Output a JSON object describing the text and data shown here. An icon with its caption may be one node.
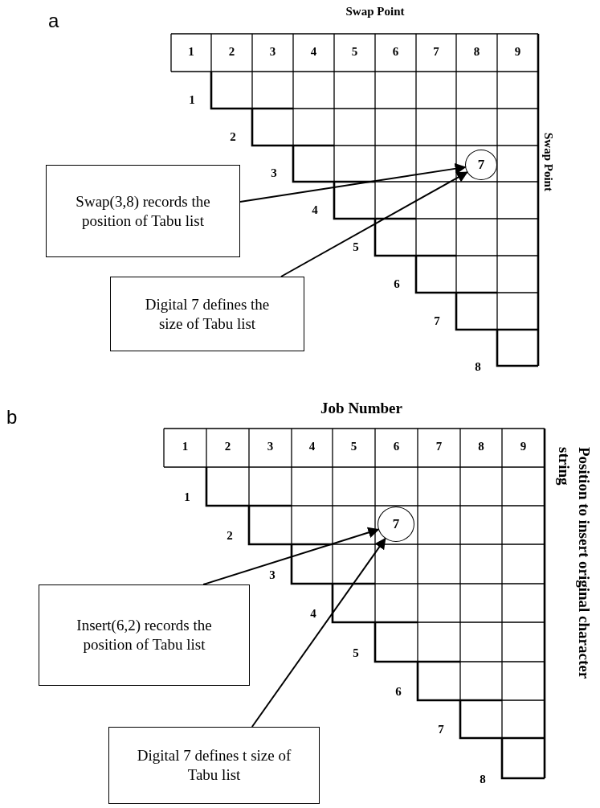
{
  "diagram": {
    "nodes": [
      {
        "text": [
          "7"
        ]
      },
      {
        "text": [
          "Swap(3,8) records the position of Tabu list"
        ]
      },
      {
        "text": [
          "Digital 7 defines the size of Tabu list"
        ]
      },
      {
        "text": [
          "7"
        ]
      },
      {
        "text": [
          "Insert(6,2) records the position of Tabu list"
        ]
      },
      {
        "text": [
          "Digital 7 defines t size of Tabu list"
        ]
      }
    ],
    "edges": [
      {
        "from": 1,
        "to": 0,
        "arrow": "to"
      },
      {
        "from": 2,
        "to": 0,
        "arrow": "to"
      },
      {
        "from": 4,
        "to": 3,
        "arrow": "to"
      },
      {
        "from": 5,
        "to": 3,
        "arrow": "to"
      }
    ],
    "labels": [
      "a",
      "Swap Point",
      "1",
      "2",
      "3",
      "4",
      "5",
      "6",
      "7",
      "8",
      "9",
      "Swap Point",
      "1",
      "2",
      "3",
      "4",
      "5",
      "6",
      "7",
      "8",
      "b",
      "Job Number",
      "1",
      "2",
      "3",
      "4",
      "5",
      "6",
      "7",
      "8",
      "9",
      "Position to insert original character string",
      "1",
      "2",
      "3",
      "4",
      "5",
      "6",
      "7",
      "8"
    ]
  }
}
